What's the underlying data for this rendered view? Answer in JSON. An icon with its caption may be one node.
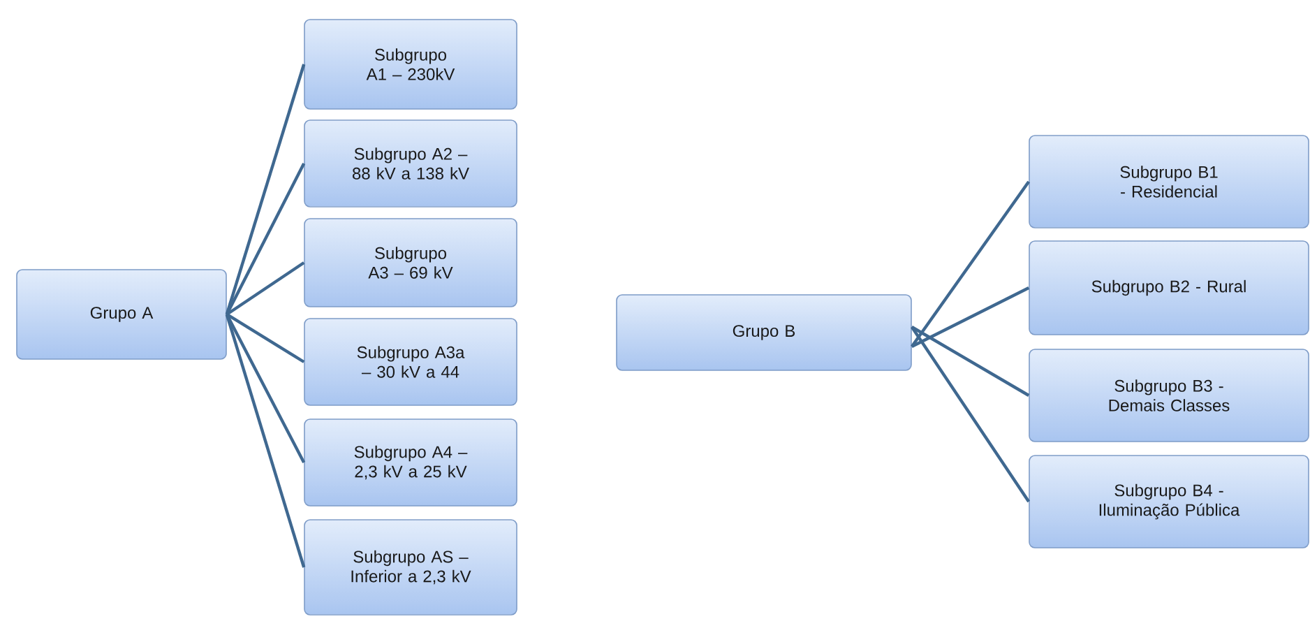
{
  "diagram": {
    "nodes": [
      {
        "text": [
          "Grupo A"
        ]
      },
      {
        "text": [
          "Subgrupo A1 – 230kV"
        ]
      },
      {
        "text": [
          "Subgrupo A2 – 88 kV a 138 kV"
        ]
      },
      {
        "text": [
          "Subgrupo A3 – 69 kV"
        ]
      },
      {
        "text": [
          "Subgrupo A3a – 30 kV a 44"
        ]
      },
      {
        "text": [
          "Subgrupo A4 – 2,3 kV a 25 kV"
        ]
      },
      {
        "text": [
          "Subgrupo AS – Inferior a 2,3 kV"
        ]
      },
      {
        "text": [
          "Grupo B"
        ]
      },
      {
        "text": [
          "Subgrupo B1 - Residencial"
        ]
      },
      {
        "text": [
          "Subgrupo B2 - Rural"
        ]
      },
      {
        "text": [
          "Subgrupo B3 - Demais Classes"
        ]
      },
      {
        "text": [
          "Subgrupo B4 - Iluminação Pública"
        ]
      }
    ],
    "edges": [
      {
        "from": 0,
        "to": 1,
        "arrow": "none"
      },
      {
        "from": 0,
        "to": 2,
        "arrow": "none"
      },
      {
        "from": 0,
        "to": 3,
        "arrow": "none"
      },
      {
        "from": 0,
        "to": 4,
        "arrow": "none"
      },
      {
        "from": 0,
        "to": 5,
        "arrow": "none"
      },
      {
        "from": 0,
        "to": 6,
        "arrow": "none"
      },
      {
        "from": 7,
        "to": 8,
        "arrow": "none"
      },
      {
        "from": 7,
        "to": 9,
        "arrow": "none"
      },
      {
        "from": 7,
        "to": 10,
        "arrow": "none"
      },
      {
        "from": 7,
        "to": 11,
        "arrow": "none"
      }
    ]
  }
}
